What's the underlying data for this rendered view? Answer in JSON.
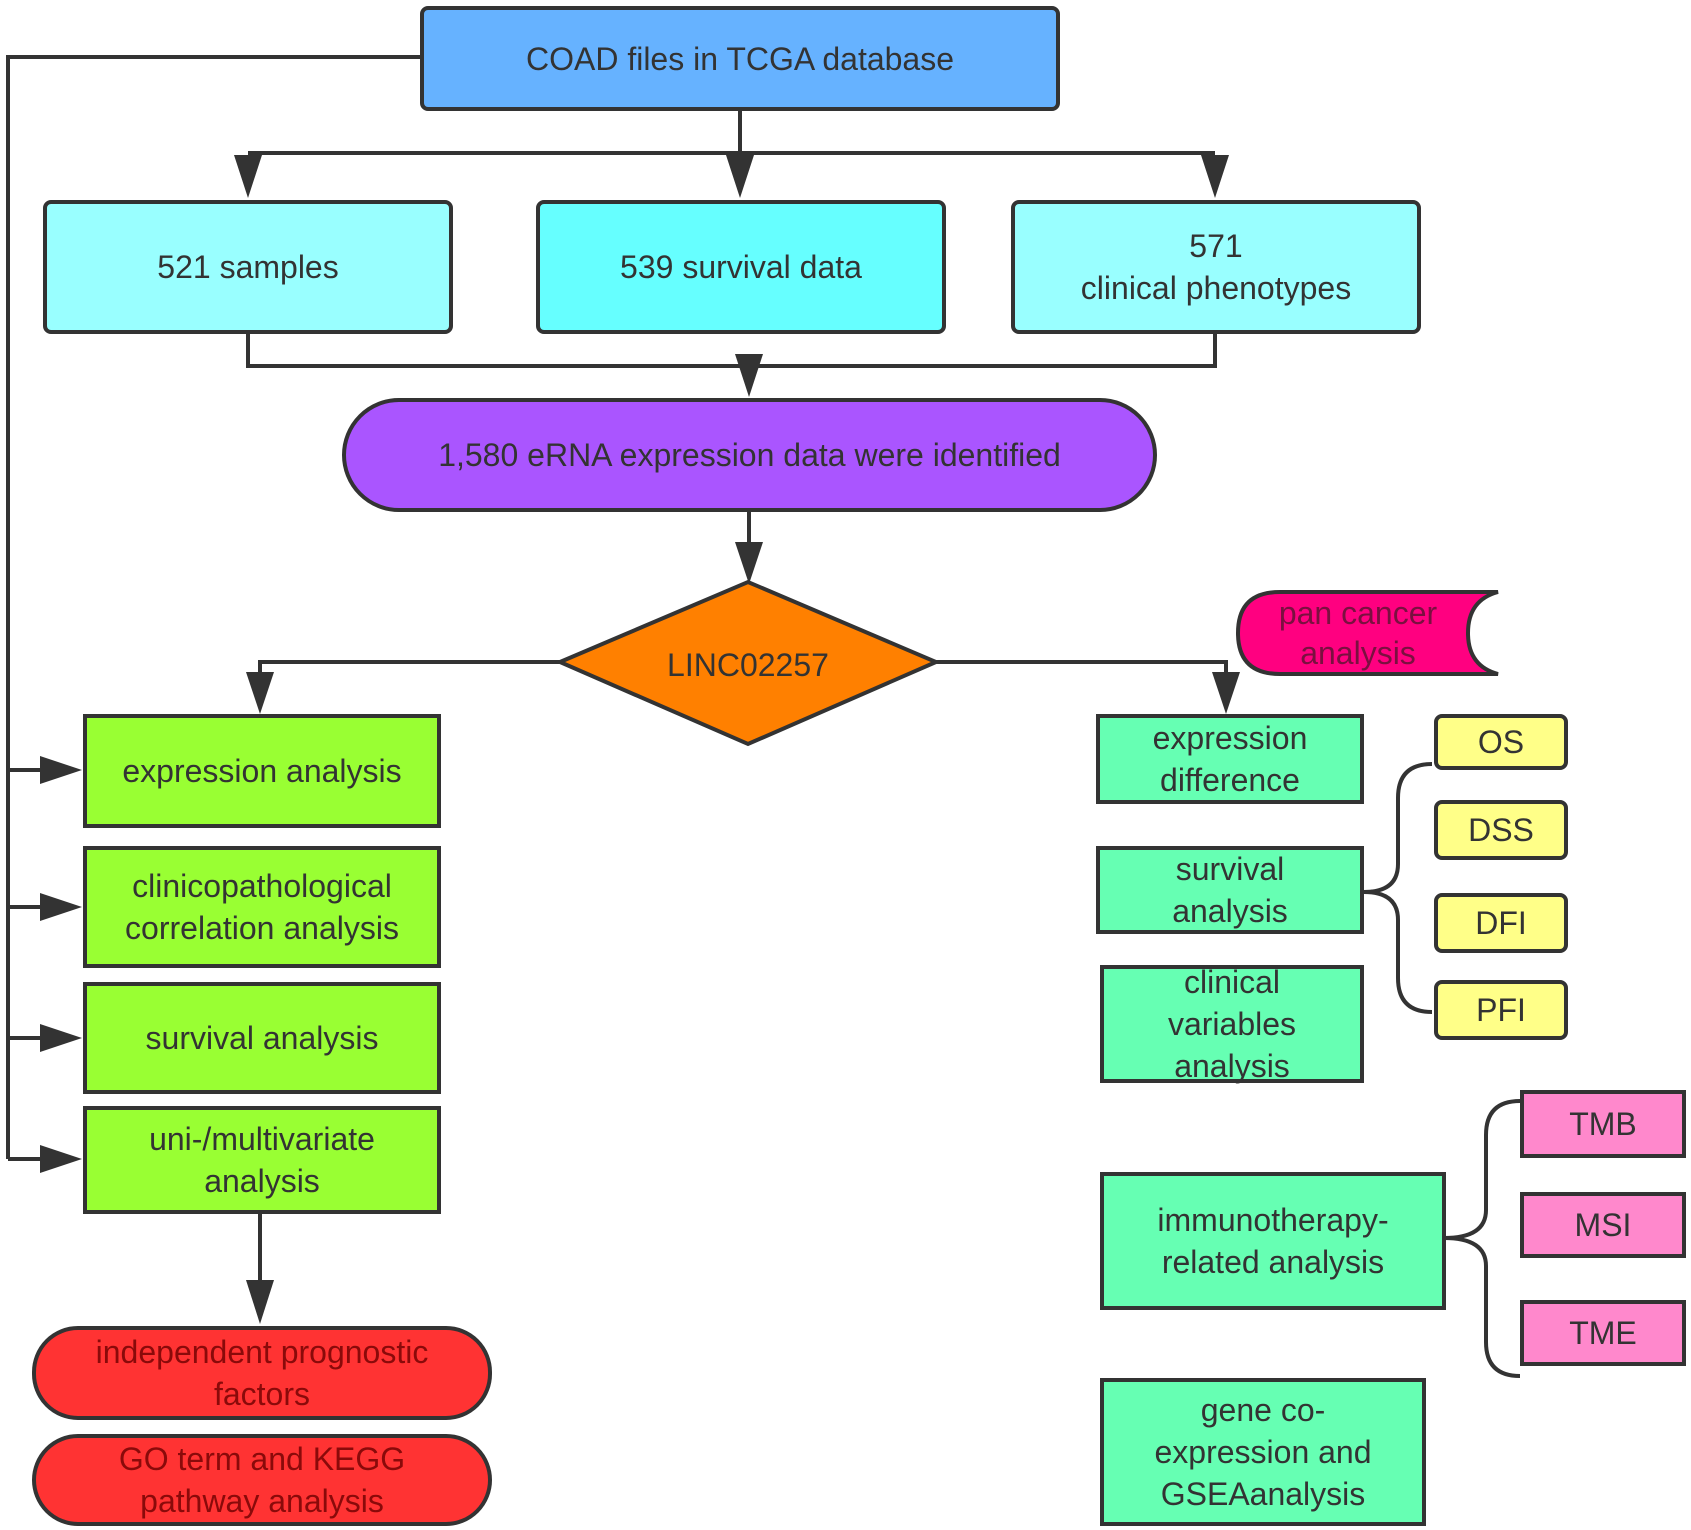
{
  "colors": {
    "blue": "#66b2ff",
    "cyan_light": "#99ffff",
    "cyan": "#66ffff",
    "purple": "#aa55ff",
    "orange": "#ff8000",
    "green": "#99ff33",
    "mint": "#66ffb3",
    "red": "#ff3333",
    "magenta": "#ff0080",
    "yellow": "#ffff88",
    "pink": "#ff88cc",
    "stroke": "#333333"
  },
  "nodes": {
    "coad": "COAD files in TCGA database",
    "samples": "521  samples",
    "survival_data": "539 survival data",
    "clinical_phenotypes": "571\nclinical phenotypes",
    "erna": "1,580 eRNA expression data were identified",
    "linc": "LINC02257",
    "pan_cancer": "pan cancer\nanalysis",
    "left": {
      "expression": "expression analysis",
      "clinicopathological": "clinicopathological\ncorrelation analysis",
      "survival": "survival analysis",
      "multivariate": "uni-/multivariate\nanalysis",
      "independent": "independent prognostic\nfactors",
      "go_kegg": "GO term and KEGG\npathway analysis"
    },
    "right": {
      "expression_difference": "expression\ndifference",
      "survival": "survival\nanalysis",
      "clinical_variables": "clinical\nvariables\nanalysis",
      "immunotherapy": "immunotherapy-\nrelated analysis",
      "gene_coexpression": "gene co-\nexpression and\nGSEAanalysis"
    },
    "survival_endpoints": [
      "OS",
      "DSS",
      "DFI",
      "PFI"
    ],
    "immune_items": [
      "TMB",
      "MSI",
      "TME"
    ]
  }
}
